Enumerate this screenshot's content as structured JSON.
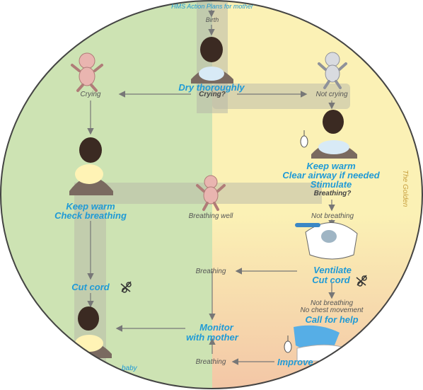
{
  "title_partial": "HMS Action Plans for mother",
  "side_text": "The Golden",
  "nodes": {
    "birth": "Birth",
    "dry": "Dry thoroughly",
    "crying_q": "Crying?",
    "crying": "Crying",
    "not_crying": "Not crying",
    "keep_warm_top": "Keep warm",
    "clear_airway": "Clear airway if needed",
    "stimulate": "Stimulate",
    "keep_warm_left": "Keep warm",
    "check_breathing": "Check breathing",
    "breathing_q": "Breathing?",
    "breathing_well": "Breathing well",
    "not_breathing": "Not breathing",
    "ventilate": "Ventilate",
    "cut_cord_right": "Cut cord",
    "cut_cord_left": "Cut cord",
    "breathing_mid": "Breathing",
    "not_breathing_2": "Not breathing",
    "no_chest": "No chest movement",
    "call_help": "Call for help",
    "monitor": "Monitor",
    "with_mother": "with mother",
    "breathing_bottom": "Breathing",
    "improve": "Improve",
    "baby": "baby"
  },
  "colors": {
    "green_bg": "#cde3b3",
    "yellow_bg": "#fbf1b5",
    "peach_bg": "#f6cfae",
    "band": "#b7b7a7",
    "action_text": "#1f9ad6",
    "arrow": "#777777"
  },
  "icons": [
    "baby-crying-icon",
    "baby-not-crying-icon",
    "mother-baby-icon",
    "scissors-icon",
    "suction-bulb-icon",
    "bag-mask-icon"
  ]
}
